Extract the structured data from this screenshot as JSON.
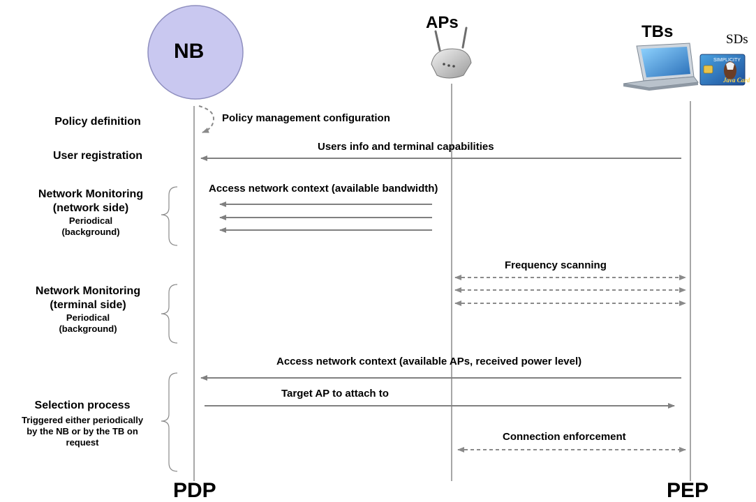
{
  "entities": {
    "nb": "NB",
    "aps": "APs",
    "tbs": "TBs",
    "sds": "SDs"
  },
  "sd_card": {
    "brand": "SIMPLICITY",
    "card_name": "Java Card"
  },
  "bottom_labels": {
    "pdp": "PDP",
    "pep": "PEP"
  },
  "phases": {
    "policy_definition": "Policy definition",
    "user_registration": "User registration",
    "net_mon_network": [
      "Network Monitoring",
      "(network side)"
    ],
    "net_mon_network_sub": [
      "Periodical",
      "(background)"
    ],
    "net_mon_terminal": [
      "Network Monitoring",
      "(terminal side)"
    ],
    "net_mon_terminal_sub": [
      "Periodical",
      "(background)"
    ],
    "selection": "Selection process",
    "selection_sub": [
      "Triggered either periodically",
      "by the NB or by the TB on",
      "request"
    ]
  },
  "messages": {
    "policy_mgmt": "Policy management configuration",
    "users_info": "Users info and terminal capabilities",
    "access_context_bw": "Access network context (available bandwidth)",
    "freq_scanning": "Frequency scanning",
    "access_context_aps": "Access network context (available APs, received power level)",
    "target_ap": "Target AP to attach to",
    "conn_enforcement": "Connection enforcement"
  },
  "colors": {
    "nb_circle_fill": "#c9c8f0",
    "nb_circle_stroke": "#8f8fbf",
    "lifeline": "#8a8a8a",
    "arrow": "#808080",
    "dashed": "#8a8a8a"
  }
}
